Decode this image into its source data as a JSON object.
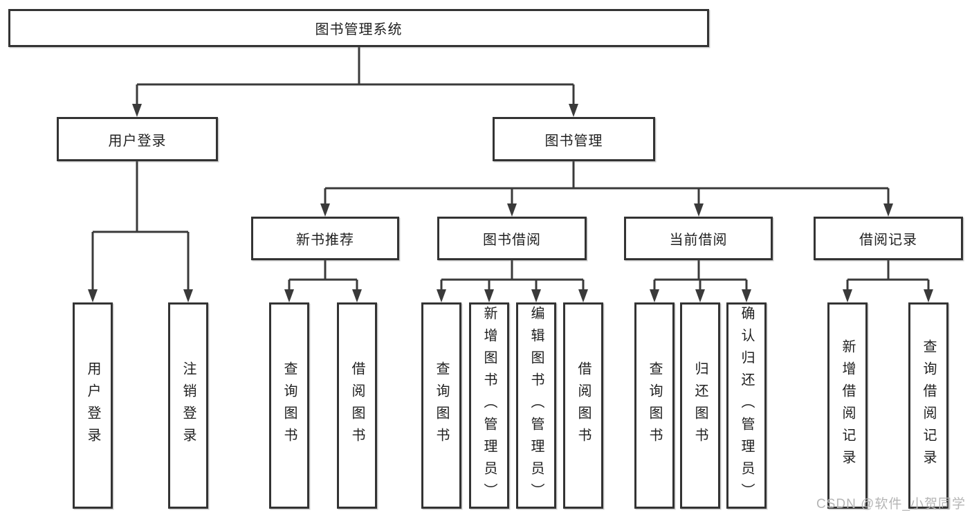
{
  "diagram": {
    "root": {
      "label": "图书管理系统"
    },
    "level2": [
      {
        "label": "用户登录"
      },
      {
        "label": "图书管理"
      }
    ],
    "level3": [
      {
        "label": "新书推荐"
      },
      {
        "label": "图书借阅"
      },
      {
        "label": "当前借阅"
      },
      {
        "label": "借阅记录"
      }
    ],
    "leaves": {
      "user_login": [
        "用户登录",
        "注销登录"
      ],
      "new_book_recommend": [
        "查询图书",
        "借阅图书"
      ],
      "book_borrow": [
        "查询图书",
        "新增图书（管理员）",
        "编辑图书（管理员）",
        "借阅图书"
      ],
      "current_borrow": [
        "查询图书",
        "归还图书",
        "确认归还（管理员）"
      ],
      "borrow_records": [
        "新增借阅记录",
        "查询借阅记录"
      ]
    }
  },
  "watermark": {
    "text": "CSDN @软件_小贺同学"
  },
  "colors": {
    "line": "#3a3a3a",
    "box_border": "#333333",
    "text": "#1f1f1f",
    "watermark": "#b5b5b5",
    "background": "#ffffff"
  }
}
